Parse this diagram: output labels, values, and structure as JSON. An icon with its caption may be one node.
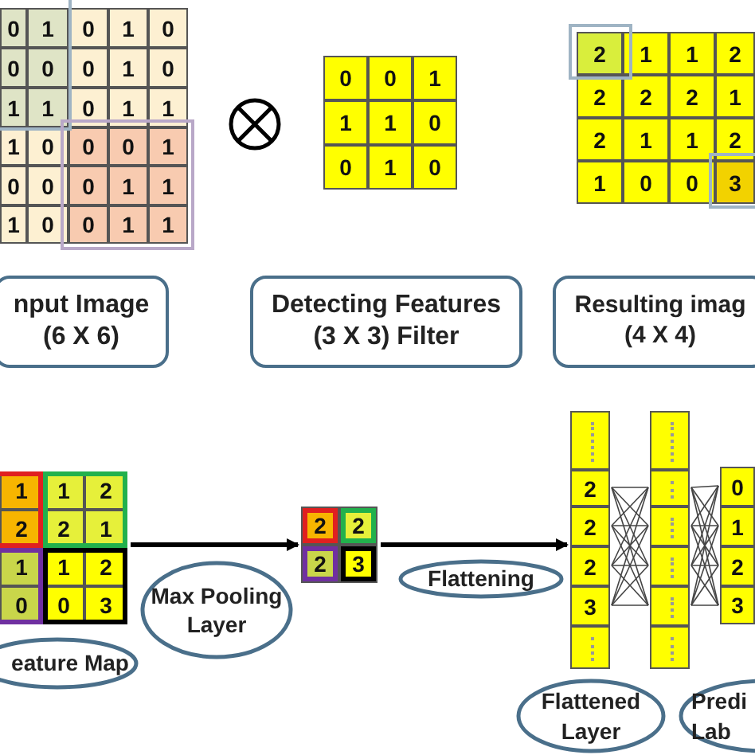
{
  "diagram": {
    "nodes": [
      {
        "text": [
          "0",
          "1",
          "0",
          "1",
          "0",
          "0",
          "0",
          "0",
          "1",
          "0",
          "1",
          "1",
          "0",
          "1",
          "1",
          "1",
          "0",
          "0",
          "0",
          "1",
          "0",
          "0",
          "0",
          "1",
          "1",
          "1",
          "0",
          "0",
          "1",
          "1"
        ]
      },
      {
        "text": [
          "0",
          "0",
          "1",
          "1",
          "1",
          "0",
          "0",
          "1",
          "0"
        ]
      },
      {
        "text": [
          "2",
          "1",
          "1",
          "2",
          "2",
          "2",
          "2",
          "1",
          "2",
          "1",
          "1",
          "2",
          "1",
          "0",
          "0",
          "3"
        ]
      },
      {
        "text": [
          "nput Image (6 X 6)"
        ]
      },
      {
        "text": [
          "Detecting Features (3 X 3) Filter"
        ]
      },
      {
        "text": [
          "Resulting imag (4 X 4)"
        ]
      },
      {
        "text": [
          "1",
          "1",
          "2",
          "2",
          "2",
          "1",
          "1",
          "1",
          "2",
          "0",
          "0",
          "3"
        ]
      },
      {
        "text": [
          "2",
          "2",
          "2",
          "3"
        ]
      },
      {
        "text": [
          "2",
          "2",
          "2",
          "3"
        ]
      },
      {
        "text": [],
        "shape": "bar"
      },
      {
        "text": [
          "0",
          "1",
          "2",
          "3"
        ]
      },
      {
        "text": [
          "eature Map"
        ]
      },
      {
        "text": [
          "Max Pooling Layer"
        ]
      },
      {
        "text": [
          "Flattening"
        ]
      },
      {
        "text": [
          "Flattened Layer"
        ]
      },
      {
        "text": [
          "Predi Lab"
        ]
      }
    ],
    "edges": [
      {
        "from": 6,
        "to": 7,
        "arrow": "to"
      },
      {
        "from": 7,
        "to": 8,
        "arrow": "to"
      }
    ]
  }
}
